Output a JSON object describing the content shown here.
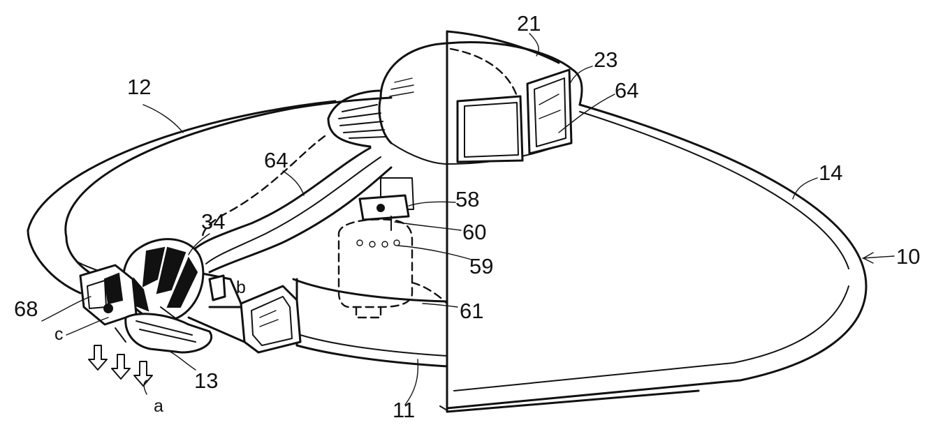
{
  "labels": {
    "l21": "21",
    "l23": "23",
    "l64a": "64",
    "l12": "12",
    "l64b": "64",
    "l14": "14",
    "l58": "58",
    "l34": "34",
    "l60": "60",
    "l59": "59",
    "l10": "10",
    "l68": "68",
    "lb": "b",
    "l61": "61",
    "lc": "c",
    "l13": "13",
    "l11": "11",
    "la": "a"
  },
  "colors": {
    "ink": "#111111",
    "paper": "#ffffff"
  }
}
